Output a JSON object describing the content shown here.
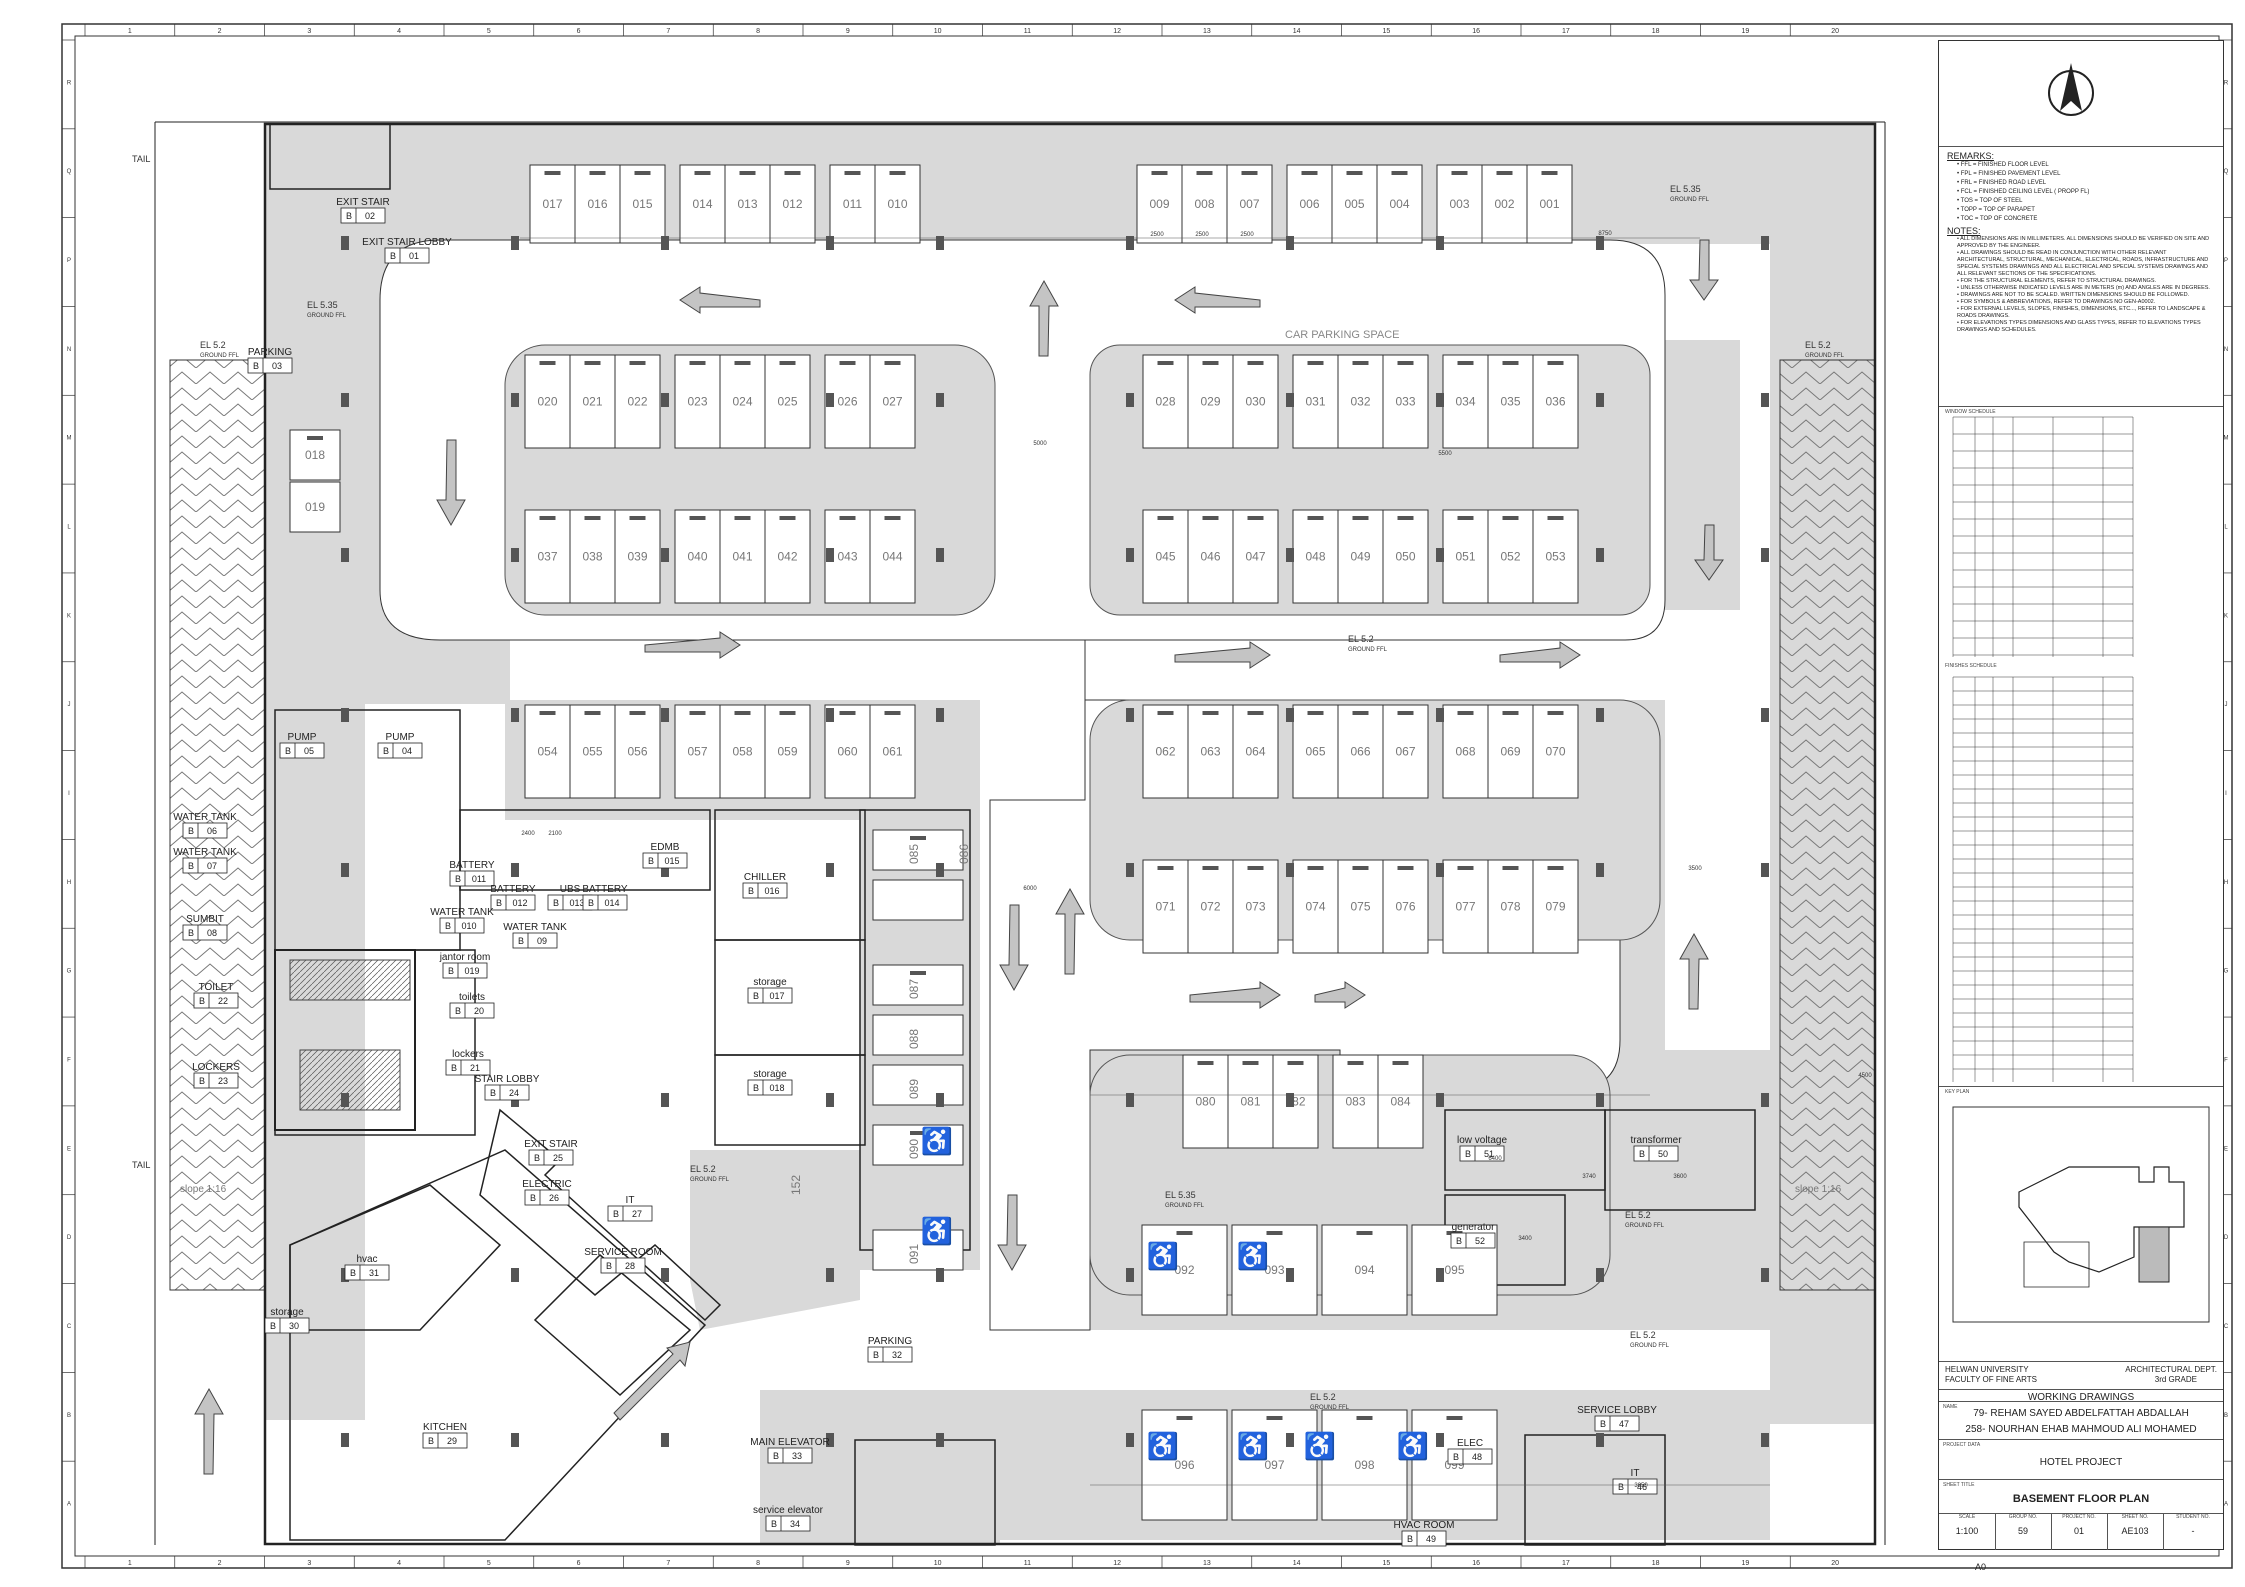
{
  "frame": {
    "col_labels": [
      "1",
      "2",
      "3",
      "4",
      "5",
      "6",
      "7",
      "8",
      "9",
      "10",
      "11",
      "12",
      "13",
      "14",
      "15",
      "16",
      "17",
      "18",
      "19",
      "20"
    ],
    "row_labels": [
      "R",
      "Q",
      "P",
      "N",
      "M",
      "L",
      "K",
      "J",
      "I",
      "H",
      "G",
      "F",
      "E",
      "D",
      "C",
      "B",
      "A"
    ]
  },
  "stalls": {
    "row_top_a": [
      "017",
      "016",
      "015",
      "014",
      "013",
      "012",
      "011",
      "010"
    ],
    "row_top_b": [
      "009",
      "008",
      "007",
      "006",
      "005",
      "004",
      "003",
      "002",
      "001"
    ],
    "row2_left": [
      "020",
      "021",
      "022",
      "023",
      "024",
      "025",
      "026",
      "027"
    ],
    "row2_right": [
      "028",
      "029",
      "030",
      "031",
      "032",
      "033",
      "034",
      "035",
      "036"
    ],
    "row3_left": [
      "037",
      "038",
      "039",
      "040",
      "041",
      "042",
      "043",
      "044"
    ],
    "row3_right": [
      "045",
      "046",
      "047",
      "048",
      "049",
      "050",
      "051",
      "052",
      "053"
    ],
    "row4_left": [
      "054",
      "055",
      "056",
      "057",
      "058",
      "059",
      "060",
      "061"
    ],
    "row4_right": [
      "062",
      "063",
      "064",
      "065",
      "066",
      "067",
      "068",
      "069",
      "070"
    ],
    "row5_right": [
      "071",
      "072",
      "073",
      "074",
      "075",
      "076",
      "077",
      "078",
      "079"
    ],
    "row6_right": [
      "080",
      "081",
      "082",
      "083",
      "084"
    ],
    "row7": [
      "092",
      "093",
      "094",
      "095"
    ],
    "row8": [
      "096",
      "097",
      "098",
      "099"
    ],
    "side_left": [
      "018",
      "019"
    ],
    "side_mid_top": [
      "085",
      "086"
    ],
    "side_mid": [
      "087",
      "088",
      "089"
    ],
    "side_mid_low": [
      "090",
      "091"
    ],
    "lone": "152"
  },
  "rooms": [
    {
      "name": "EXIT STAIR",
      "code": "B",
      "num": "02"
    },
    {
      "name": "EXIT STAIR LOBBY",
      "code": "B",
      "num": "01"
    },
    {
      "name": "PARKING",
      "code": "B",
      "num": "03"
    },
    {
      "name": "PUMP",
      "code": "B",
      "num": "05"
    },
    {
      "name": "PUMP",
      "code": "B",
      "num": "04"
    },
    {
      "name": "WATER TANK",
      "code": "B",
      "num": "06"
    },
    {
      "name": "WATER TANK",
      "code": "B",
      "num": "07"
    },
    {
      "name": "SUMBIT",
      "code": "B",
      "num": "08"
    },
    {
      "name": "BATTERY",
      "code": "B",
      "num": "011"
    },
    {
      "name": "BATTERY",
      "code": "B",
      "num": "012"
    },
    {
      "name": "UBS",
      "code": "B",
      "num": "013"
    },
    {
      "name": "BATTERY",
      "code": "B",
      "num": "014"
    },
    {
      "name": "EDMB",
      "code": "B",
      "num": "015"
    },
    {
      "name": "CHILLER",
      "code": "B",
      "num": "016"
    },
    {
      "name": "WATER TANK",
      "code": "B",
      "num": "010"
    },
    {
      "name": "WATER TANK",
      "code": "B",
      "num": "09"
    },
    {
      "name": "jantor room",
      "code": "B",
      "num": "019"
    },
    {
      "name": "toilets",
      "code": "B",
      "num": "20"
    },
    {
      "name": "TOILET",
      "code": "B",
      "num": "22"
    },
    {
      "name": "LOCKERS",
      "code": "B",
      "num": "23"
    },
    {
      "name": "lockers",
      "code": "B",
      "num": "21"
    },
    {
      "name": "STAIR LOBBY",
      "code": "B",
      "num": "24"
    },
    {
      "name": "EXIT STAIR",
      "code": "B",
      "num": "25"
    },
    {
      "name": "ELECTRIC",
      "code": "B",
      "num": "26"
    },
    {
      "name": "IT",
      "code": "B",
      "num": "27"
    },
    {
      "name": "SERVICE ROOM",
      "code": "B",
      "num": "28"
    },
    {
      "name": "hvac",
      "code": "B",
      "num": "31"
    },
    {
      "name": "storage",
      "code": "B",
      "num": "30"
    },
    {
      "name": "KITCHEN",
      "code": "B",
      "num": "29"
    },
    {
      "name": "storage",
      "code": "B",
      "num": "017"
    },
    {
      "name": "storage",
      "code": "B",
      "num": "018"
    },
    {
      "name": "PARKING",
      "code": "B",
      "num": "32"
    },
    {
      "name": "MAIN ELEVATOR",
      "code": "B",
      "num": "33"
    },
    {
      "name": "service elevator",
      "code": "B",
      "num": "34"
    },
    {
      "name": "low voltage",
      "code": "B",
      "num": "51"
    },
    {
      "name": "transformer",
      "code": "B",
      "num": "50"
    },
    {
      "name": "generator",
      "code": "B",
      "num": "52"
    },
    {
      "name": "SERVICE LOBBY",
      "code": "B",
      "num": "47"
    },
    {
      "name": "ELEC",
      "code": "B",
      "num": "48"
    },
    {
      "name": "IT",
      "code": "B",
      "num": "46"
    },
    {
      "name": "HVAC ROOM",
      "code": "B",
      "num": "49"
    }
  ],
  "annotations": {
    "tail_top": "TAIL",
    "tail_bottom": "TAIL",
    "car_parking_space": "CAR PARKING SPACE",
    "slope_left": "slope 1:16",
    "slope_right": "slope 1:16",
    "level_main": "EL 5.2",
    "level_alt": "EL 5.35",
    "level_sub": "GROUND FFL",
    "dims": [
      "2500",
      "2500",
      "2500",
      "5000",
      "6000",
      "5500",
      "8750",
      "4500",
      "6400",
      "3740",
      "3600",
      "3650",
      "3500",
      "3400",
      "2400",
      "2100"
    ]
  },
  "title_block": {
    "remarks_title": "REMARKS:",
    "remarks": [
      [
        "FFL",
        "= FINISHED FLOOR LEVEL"
      ],
      [
        "FPL",
        "= FINISHED PAVEMENT LEVEL"
      ],
      [
        "FRL",
        "= FINISHED ROAD LEVEL"
      ],
      [
        "FCL",
        "= FINISHED CEILING LEVEL ( PROPP FL)"
      ],
      [
        "TOS",
        "= TOP OF STEEL"
      ],
      [
        "TOPP",
        "= TOP OF PARAPET"
      ],
      [
        "TOC",
        "= TOP OF CONCRETE"
      ]
    ],
    "notes_title": "NOTES:",
    "notes": [
      "ALL DIMENSIONS ARE IN MILLIMETERS. ALL DIMENSIONS SHOULD BE VERIFIED ON SITE AND APPROVED BY THE ENGINEER.",
      "ALL DRAWINGS SHOULD BE READ IN CONJUNCTION WITH OTHER RELEVANT ARCHITECTURAL, STRUCTURAL, MECHANICAL, ELECTRICAL, ROADS, INFRASTRUCTURE AND SPECIAL SYSTEMS DRAWINGS AND ALL ELECTRICAL AND SPECIAL SYSTEMS DRAWINGS AND ALL RELEVANT SECTIONS OF THE SPECIFICATIONS.",
      "FOR THE STRUCTURAL ELEMENTS, REFER TO STRUCTURAL DRAWINGS.",
      "UNLESS OTHERWISE INDICATED LEVELS ARE IN METERS (m) AND ANGLES ARE IN DEGREES.",
      "DRAWINGS ARE NOT TO BE SCALED. WRITTEN DIMENSIONS SHOULD BE FOLLOWED.",
      "FOR SYMBOLS & ABBREVIATIONS, REFER TO DRAWINGS NO GEN-A0002.",
      "FOR EXTERNAL LEVELS, SLOPES, FINISHES, DIMENSIONS, ETC..., REFER TO LANDSCAPE & ROADS DRAWINGS.",
      "FOR ELEVATIONS TYPES DIMENSIONS AND GLASS TYPES, REFER TO ELEVATIONS TYPES DRAWINGS AND SCHEDULES."
    ],
    "window_schedule": "WINDOW SCHEDULE",
    "finishes_schedule": "FINISHES SCHEDULE",
    "key_plan": "KEY PLAN",
    "university": "HELWAN UNIVERSITY",
    "faculty": "FACULTY OF FINE ARTS",
    "dept": "ARCHITECTURAL DEPT.",
    "grade": "3rd GRADE",
    "drawing_type": "WORKING DRAWINGS",
    "name_label": "NAME",
    "student1": "79- REHAM SAYED ABDELFATTAH ABDALLAH",
    "student2": "258- NOURHAN EHAB MAHMOUD ALI MOHAMED",
    "project_label": "PROJECT DATA",
    "project": "HOTEL PROJECT",
    "sheet_title_label": "SHEET TITLE",
    "sheet_title": "BASEMENT FLOOR PLAN",
    "scale_label": "SCALE",
    "scale": "1:100",
    "group_label": "GROUP NO.",
    "group": "59",
    "project_no_label": "PROJECT NO.",
    "project_no": "01",
    "sheet_no_label": "SHEET NO.",
    "sheet_no": "AE103",
    "student_no_label": "STUDENT NO.",
    "student_no": "-",
    "paper": "A0"
  },
  "colors": {
    "paving": "#d9d9d9",
    "line": "#333333",
    "stall_text": "#777777",
    "arrow_fill": "#bdbdbd"
  }
}
